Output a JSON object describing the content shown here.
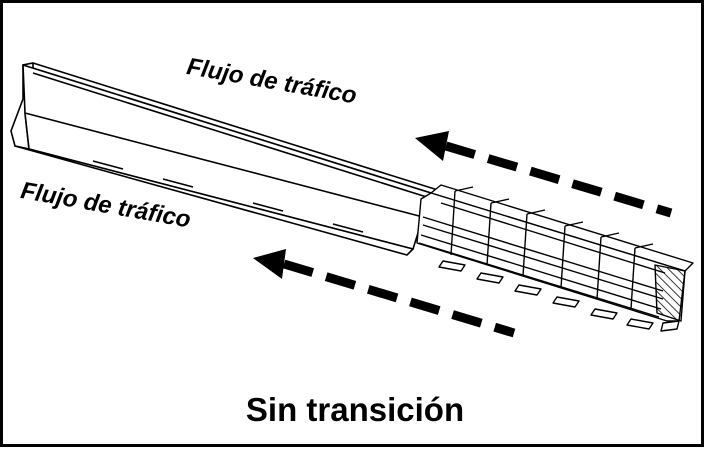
{
  "diagram": {
    "flow_label_upper": "Flujo de tráfico",
    "flow_label_lower": "Flujo de tráfico",
    "caption": "Sin transición"
  }
}
